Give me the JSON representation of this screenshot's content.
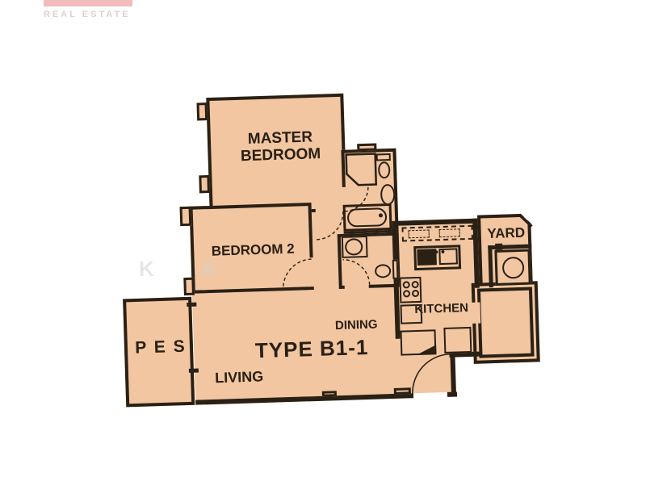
{
  "logo": {
    "bar_color": "#f2bcbc",
    "text": "REAL ESTATE"
  },
  "watermark": {
    "text": "K A"
  },
  "plan": {
    "type_label": "TYPE B1-1",
    "rooms": {
      "master_bedroom": "MASTER\nBEDROOM",
      "bedroom_2": "BEDROOM 2",
      "pes": "P E S",
      "living": "LIVING",
      "dining": "DINING",
      "kitchen": "KITCHEN",
      "yard": "YARD"
    },
    "colors": {
      "floor_fill": "#f1c6a1",
      "wall": "#2a2014"
    }
  }
}
